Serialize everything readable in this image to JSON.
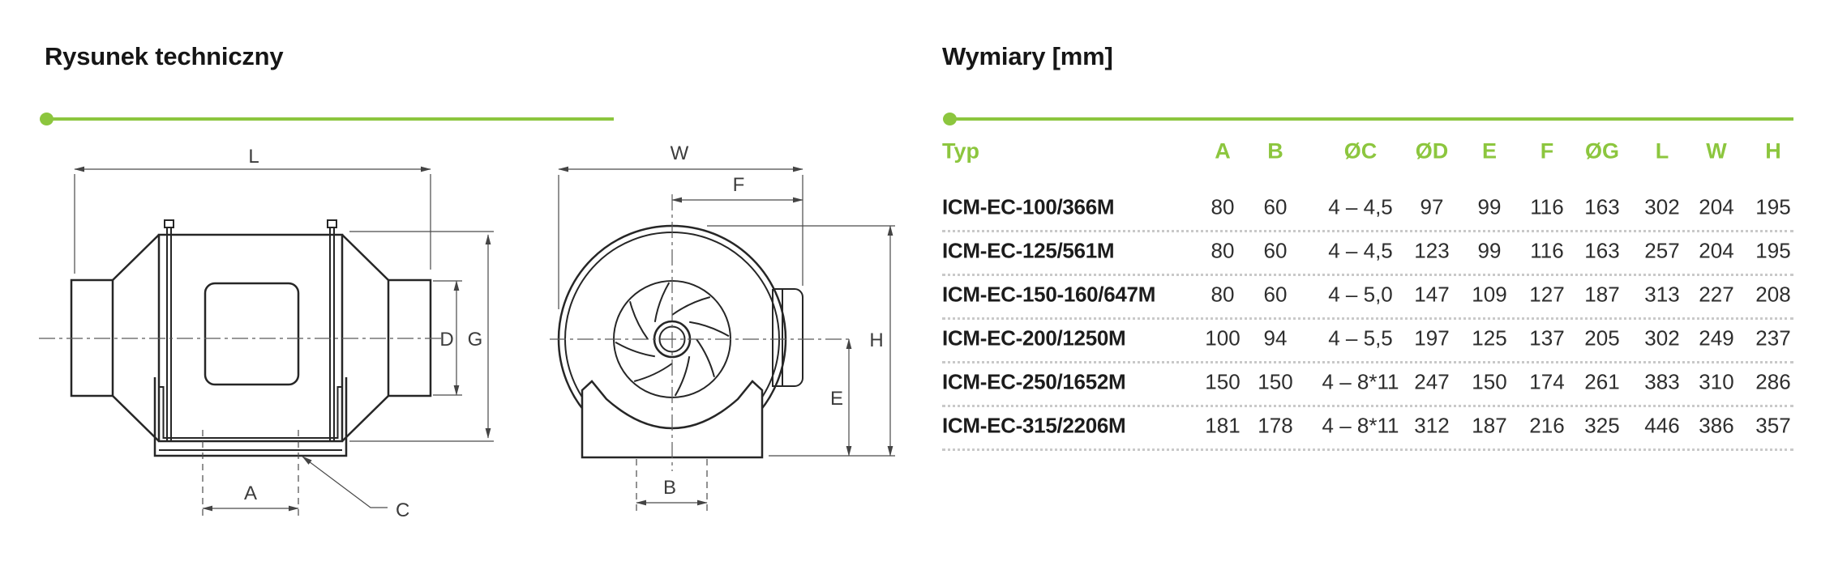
{
  "colors": {
    "accent_green": "#8CC63E"
  },
  "left_section": {
    "title": "Rysunek techniczny"
  },
  "right_section": {
    "title": "Wymiary [mm]"
  },
  "drawing_labels": {
    "L": "L",
    "A": "A",
    "C": "C",
    "D": "D",
    "G": "G",
    "W": "W",
    "F": "F",
    "B": "B",
    "E": "E",
    "H": "H"
  },
  "table": {
    "columns": [
      "Typ",
      "A",
      "B",
      "ØC",
      "ØD",
      "E",
      "F",
      "ØG",
      "L",
      "W",
      "H"
    ],
    "rows": [
      [
        "ICM-EC-100/366M",
        "80",
        "60",
        "4 – 4,5",
        "97",
        "99",
        "116",
        "163",
        "302",
        "204",
        "195"
      ],
      [
        "ICM-EC-125/561M",
        "80",
        "60",
        "4 – 4,5",
        "123",
        "99",
        "116",
        "163",
        "257",
        "204",
        "195"
      ],
      [
        "ICM-EC-150-160/647M",
        "80",
        "60",
        "4 – 5,0",
        "147",
        "109",
        "127",
        "187",
        "313",
        "227",
        "208"
      ],
      [
        "ICM-EC-200/1250M",
        "100",
        "94",
        "4 – 5,5",
        "197",
        "125",
        "137",
        "205",
        "302",
        "249",
        "237"
      ],
      [
        "ICM-EC-250/1652M",
        "150",
        "150",
        "4 – 8*11",
        "247",
        "150",
        "174",
        "261",
        "383",
        "310",
        "286"
      ],
      [
        "ICM-EC-315/2206M",
        "181",
        "178",
        "4 – 8*11",
        "312",
        "187",
        "216",
        "325",
        "446",
        "386",
        "357"
      ]
    ]
  }
}
